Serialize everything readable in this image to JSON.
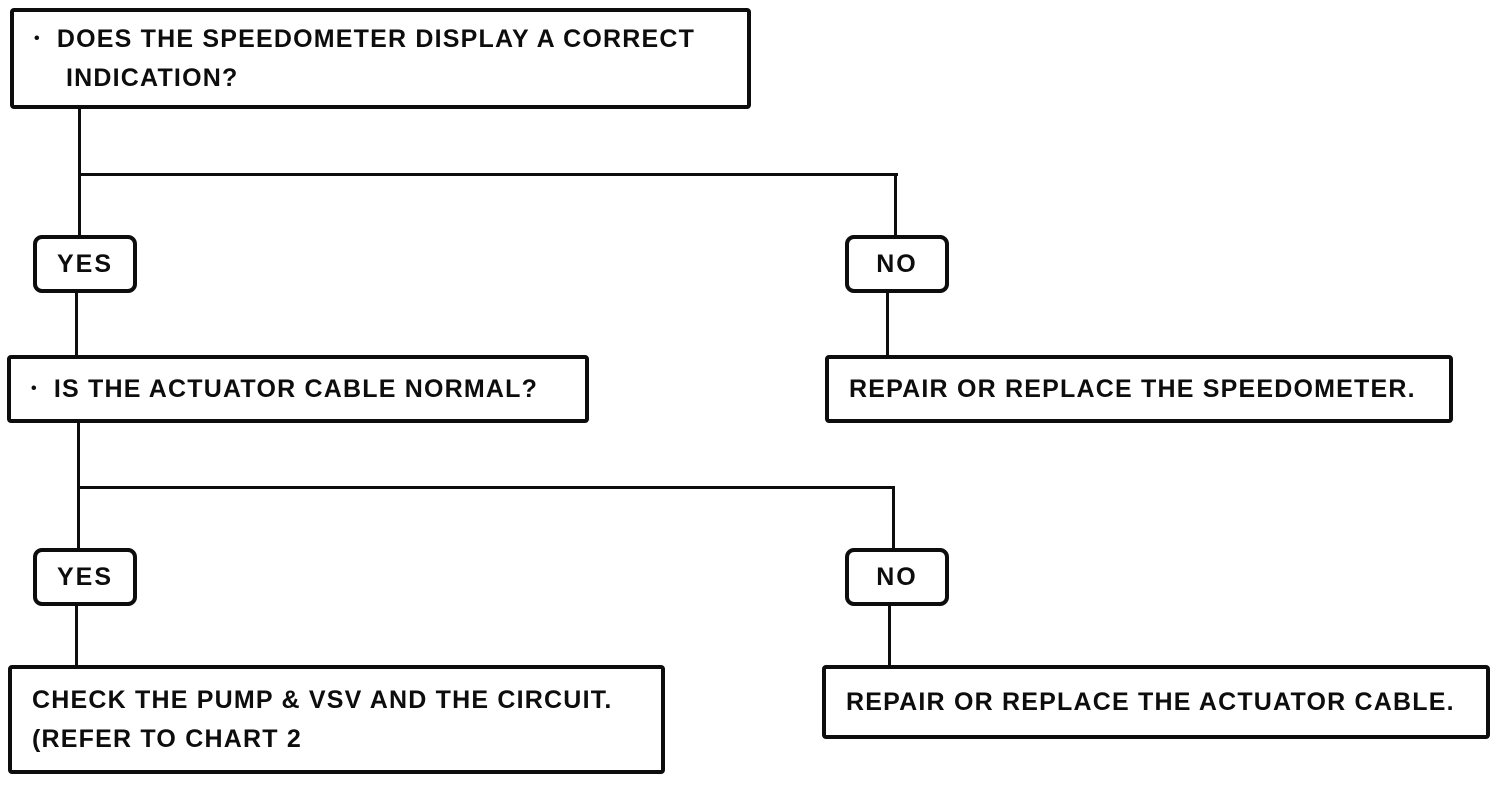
{
  "flowchart": {
    "title_hint": "Speedometer / actuator cable troubleshooting flowchart",
    "colors": {
      "ink": "#0d0d0d",
      "paper": "#ffffff"
    },
    "q1": {
      "bullet": "•",
      "lines": [
        "DOES THE SPEEDOMETER DISPLAY A CORRECT",
        "INDICATION?"
      ]
    },
    "branch1": {
      "yes": "YES",
      "no": "NO"
    },
    "q2": {
      "bullet": "•",
      "text": "IS THE ACTUATOR CABLE NORMAL?"
    },
    "repair_speedometer": {
      "text": "REPAIR OR REPLACE THE SPEEDOMETER."
    },
    "branch2": {
      "yes": "YES",
      "no": "NO"
    },
    "check_pump": {
      "lines": [
        "CHECK THE PUMP & VSV AND THE CIRCUIT.",
        "(REFER TO CHART 2"
      ]
    },
    "repair_cable": {
      "text": "REPAIR OR REPLACE THE ACTUATOR CABLE."
    }
  }
}
